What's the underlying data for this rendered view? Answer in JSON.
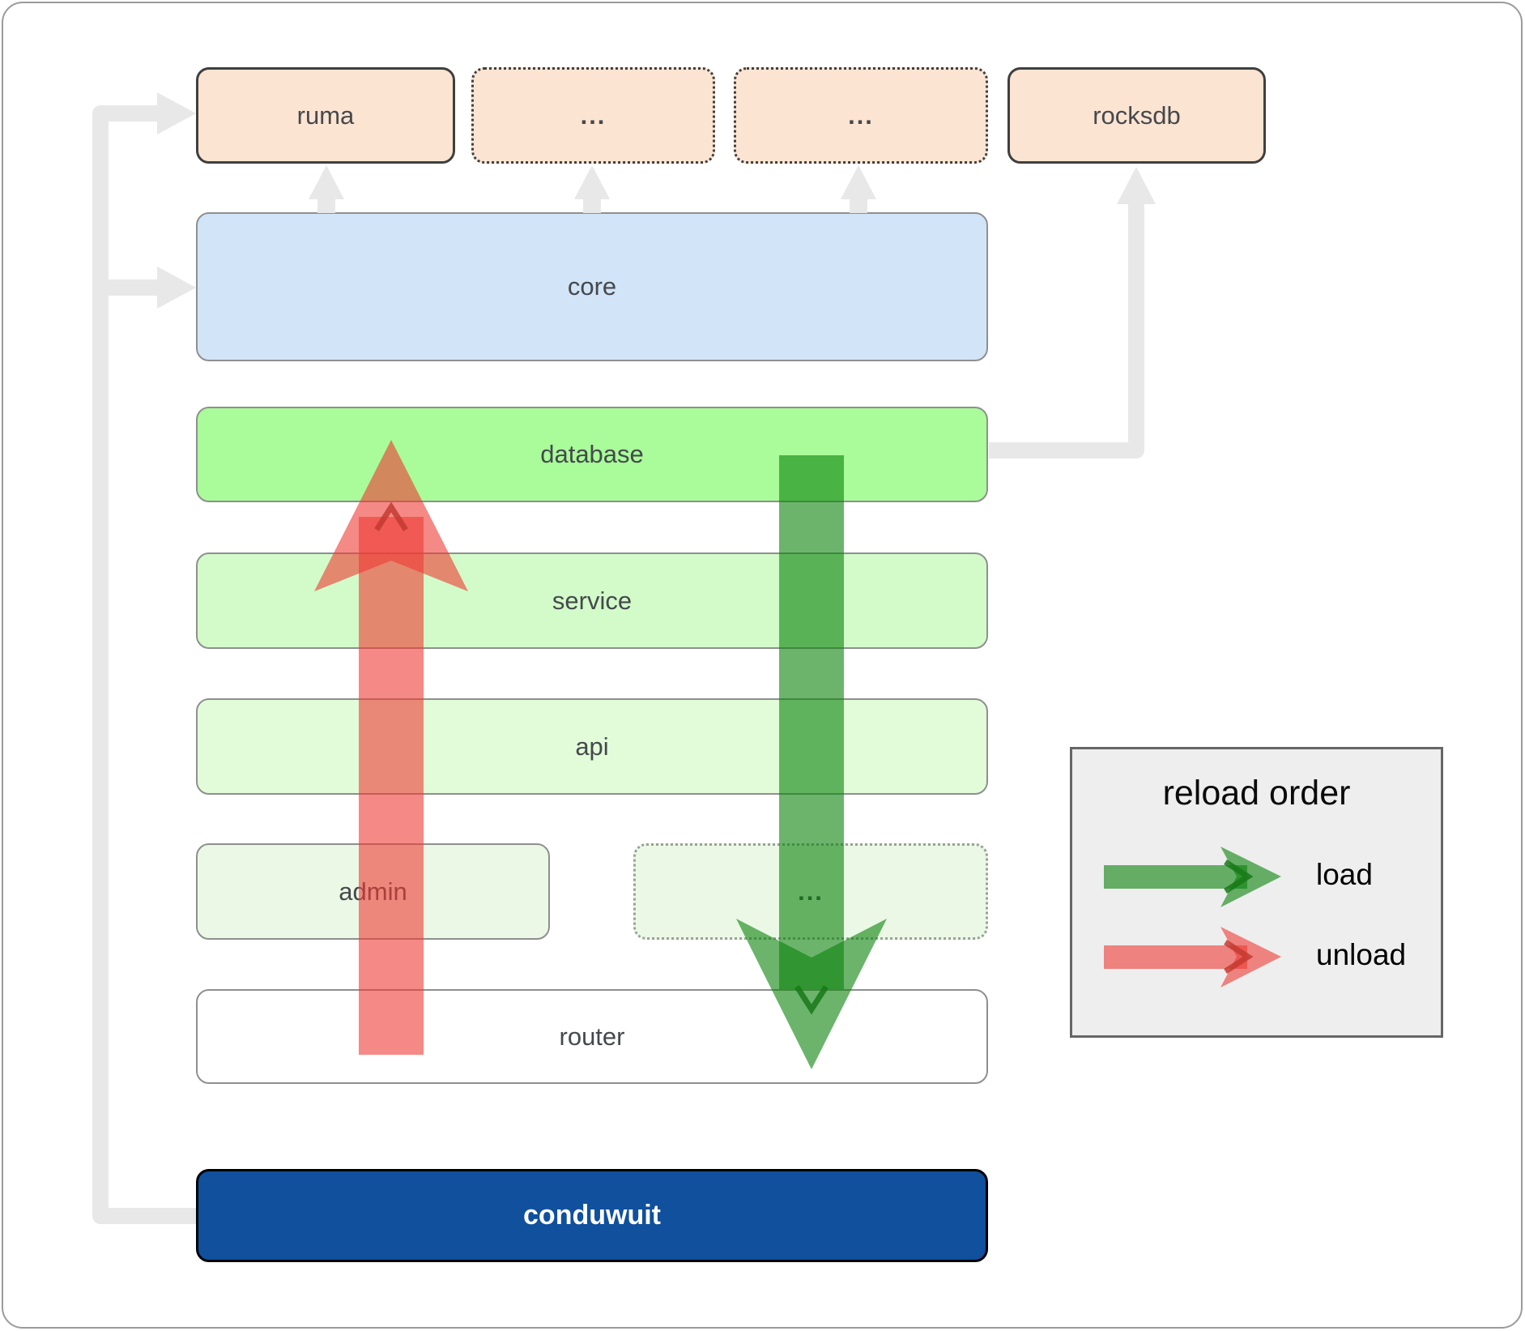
{
  "boxes": {
    "ruma": {
      "label": "ruma"
    },
    "dots_top_1": {
      "label": "..."
    },
    "dots_top_2": {
      "label": "..."
    },
    "rocksdb": {
      "label": "rocksdb"
    },
    "core": {
      "label": "core"
    },
    "database": {
      "label": "database"
    },
    "service": {
      "label": "service"
    },
    "api": {
      "label": "api"
    },
    "admin": {
      "label": "admin"
    },
    "dots_middle": {
      "label": "..."
    },
    "router": {
      "label": "router"
    },
    "conduwuit": {
      "label": "conduwuit"
    }
  },
  "legend": {
    "title": "reload order",
    "items": [
      {
        "id": "load",
        "label": "load",
        "color": "#0a820a",
        "marker_color": "#187818"
      },
      {
        "id": "unload",
        "label": "unload",
        "color": "#ee3a34",
        "marker_color": "#c23b31"
      }
    ]
  },
  "arrows": {
    "load": {
      "from": "database",
      "to": "router",
      "direction": "down",
      "color": "#0a820a",
      "marker_color": "#187818"
    },
    "unload": {
      "from": "router",
      "to": "database",
      "direction": "up",
      "color": "#ee3a34",
      "marker_color": "#c23b31"
    },
    "connector_color": "#e8e8e8"
  },
  "colors": {
    "ruma": "#fce4d2",
    "dots_top_1": "#fce4d2",
    "dots_top_2": "#fce4d2",
    "rocksdb": "#fce4d2",
    "core": "#d2e4f7",
    "database": "#a9fc99",
    "service": "#d2fbc9",
    "api": "#e2fcd9",
    "admin": "#ebf8e5",
    "dots_middle": "#ebf8e5",
    "router": "#ffffff",
    "conduwuit": "#10509d",
    "legend_bg": "#eeeeee"
  }
}
